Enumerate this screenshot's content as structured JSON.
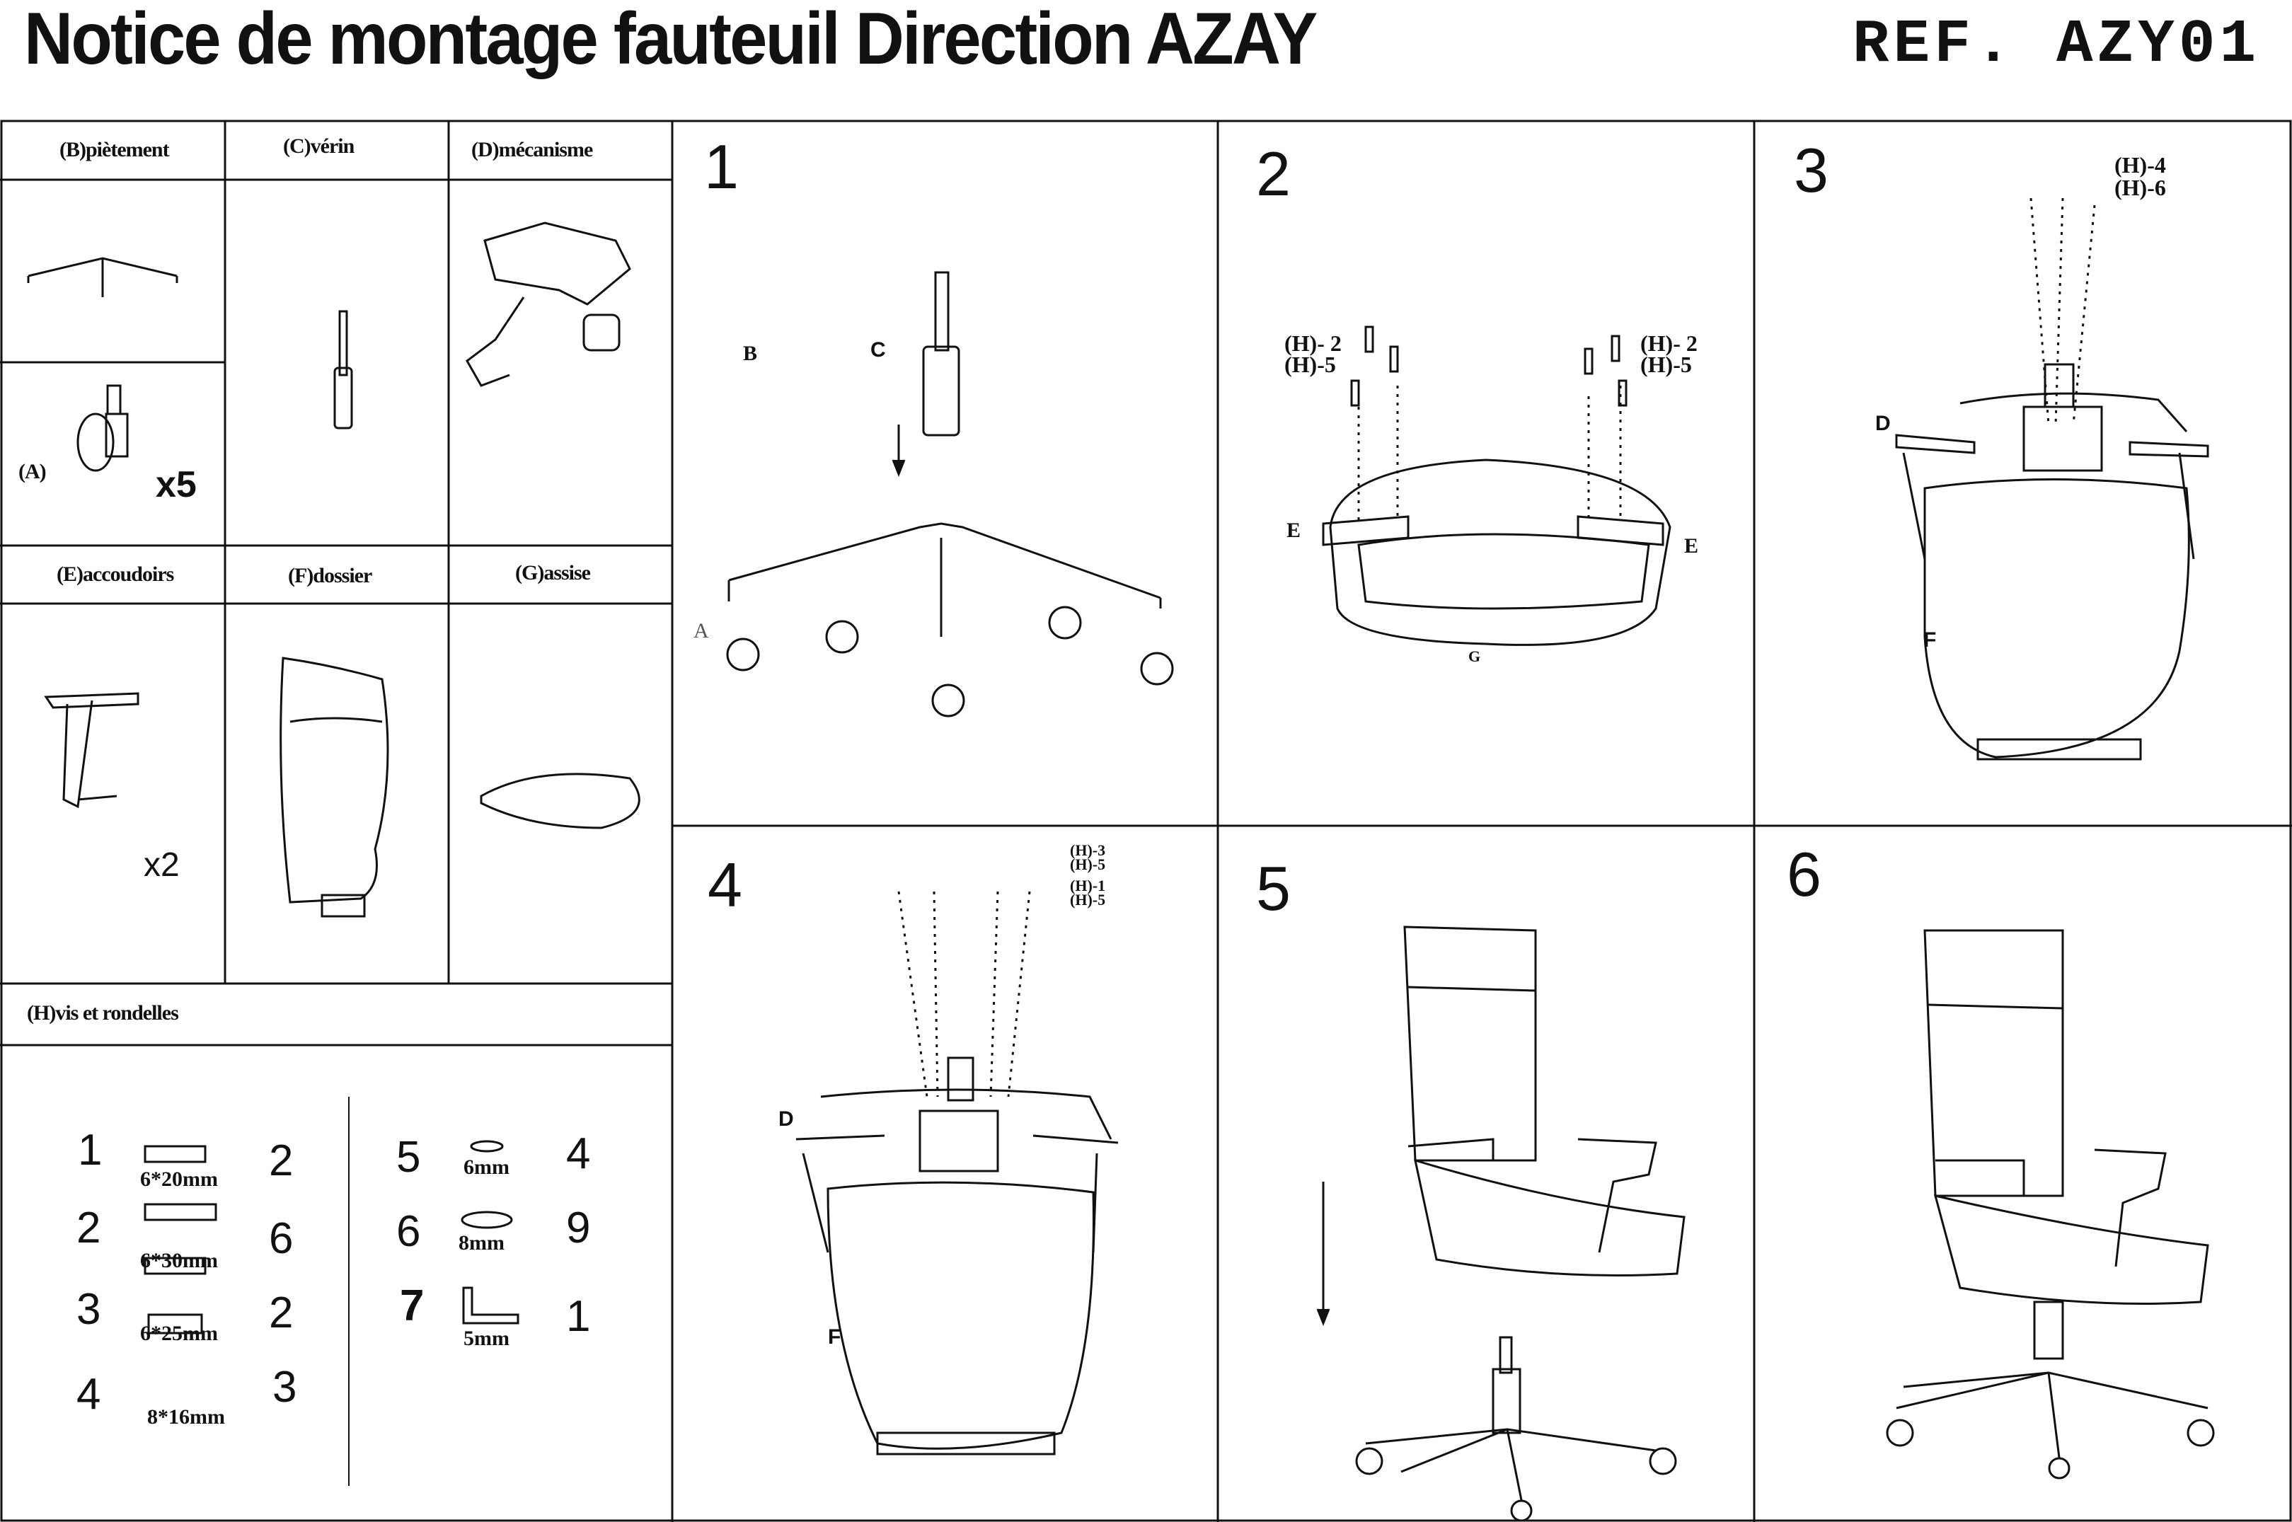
{
  "header": {
    "title": "Notice de montage fauteuil Direction AZAY",
    "reference": "REF. AZY01"
  },
  "parts": {
    "B": "(B)piètement",
    "C": "(C)vérin",
    "D": "(D)mécanisme",
    "A": "(A)",
    "A_qty": "x5",
    "E": "(E)accoudoirs",
    "F": "(F)dossier",
    "G": "(G)assise",
    "E_qty": "x2",
    "H": "(H)vis et rondelles"
  },
  "hardware": [
    {
      "num": "1",
      "size": "6*20mm",
      "qty": "2"
    },
    {
      "num": "2",
      "size": "6*30mm",
      "qty": "6"
    },
    {
      "num": "3",
      "size": "6*25mm",
      "qty": "2"
    },
    {
      "num": "4",
      "size": "8*16mm",
      "qty": "3"
    },
    {
      "num": "5",
      "size": "6mm",
      "qty": "4"
    },
    {
      "num": "6",
      "size": "8mm",
      "qty": "9"
    },
    {
      "num": "7",
      "size": "5mm",
      "qty": "1"
    }
  ],
  "steps": [
    {
      "num": "1",
      "labels": {
        "B": "B",
        "C": "C",
        "A": "A"
      }
    },
    {
      "num": "2",
      "labels": {
        "h1": "(H)- 2",
        "h2": "(H)-5",
        "h3": "(H)- 2",
        "h4": "(H)-5",
        "E1": "E",
        "E2": "E",
        "G": "G"
      }
    },
    {
      "num": "3",
      "labels": {
        "h1": "(H)-4",
        "h2": "(H)-6",
        "D": "D",
        "F": "F"
      }
    },
    {
      "num": "4",
      "labels": {
        "h1": "(H)-3",
        "h2": "(H)-5",
        "h3": "(H)-1",
        "h4": "(H)-5",
        "D": "D",
        "F": "F"
      }
    },
    {
      "num": "5"
    },
    {
      "num": "6"
    }
  ]
}
